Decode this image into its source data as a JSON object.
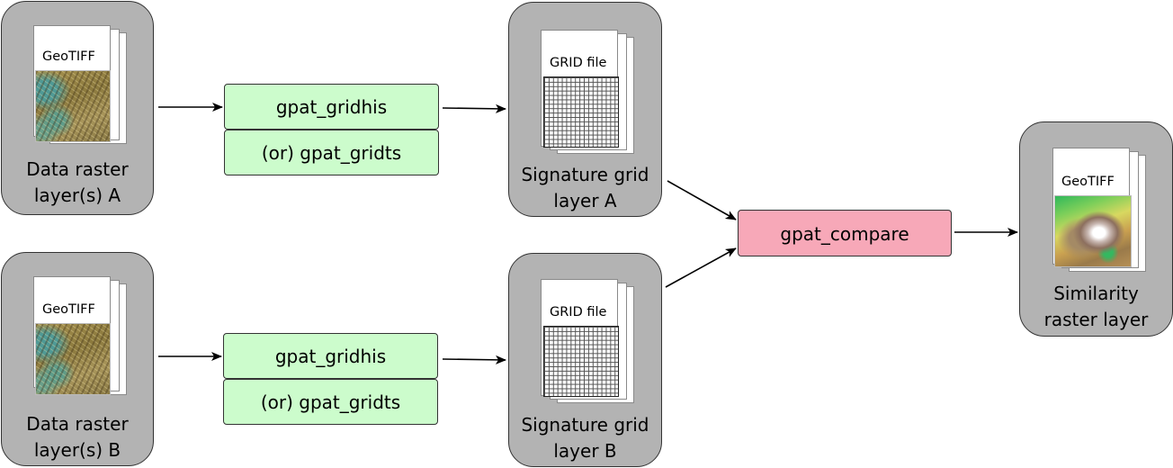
{
  "inputs": [
    {
      "caption_line1": "Data raster",
      "caption_line2": "layer(s) A",
      "file_label": "GeoTIFF"
    },
    {
      "caption_line1": "Data raster",
      "caption_line2": "layer(s) B",
      "file_label": "GeoTIFF"
    }
  ],
  "tools": {
    "gridhis": "gpat_gridhis",
    "gridts": "(or) gpat_gridts",
    "compare": "gpat_compare"
  },
  "signatures": [
    {
      "caption_line1": "Signature grid",
      "caption_line2": "layer A",
      "file_label": "GRID file"
    },
    {
      "caption_line1": "Signature grid",
      "caption_line2": "layer B",
      "file_label": "GRID file"
    }
  ],
  "output": {
    "caption_line1": "Similarity",
    "caption_line2": "raster layer",
    "file_label": "GeoTIFF"
  },
  "colors": {
    "node_fill": "#b3b3b3",
    "tool_fill": "#ccfccc",
    "compare_fill": "#f7a8b8"
  }
}
